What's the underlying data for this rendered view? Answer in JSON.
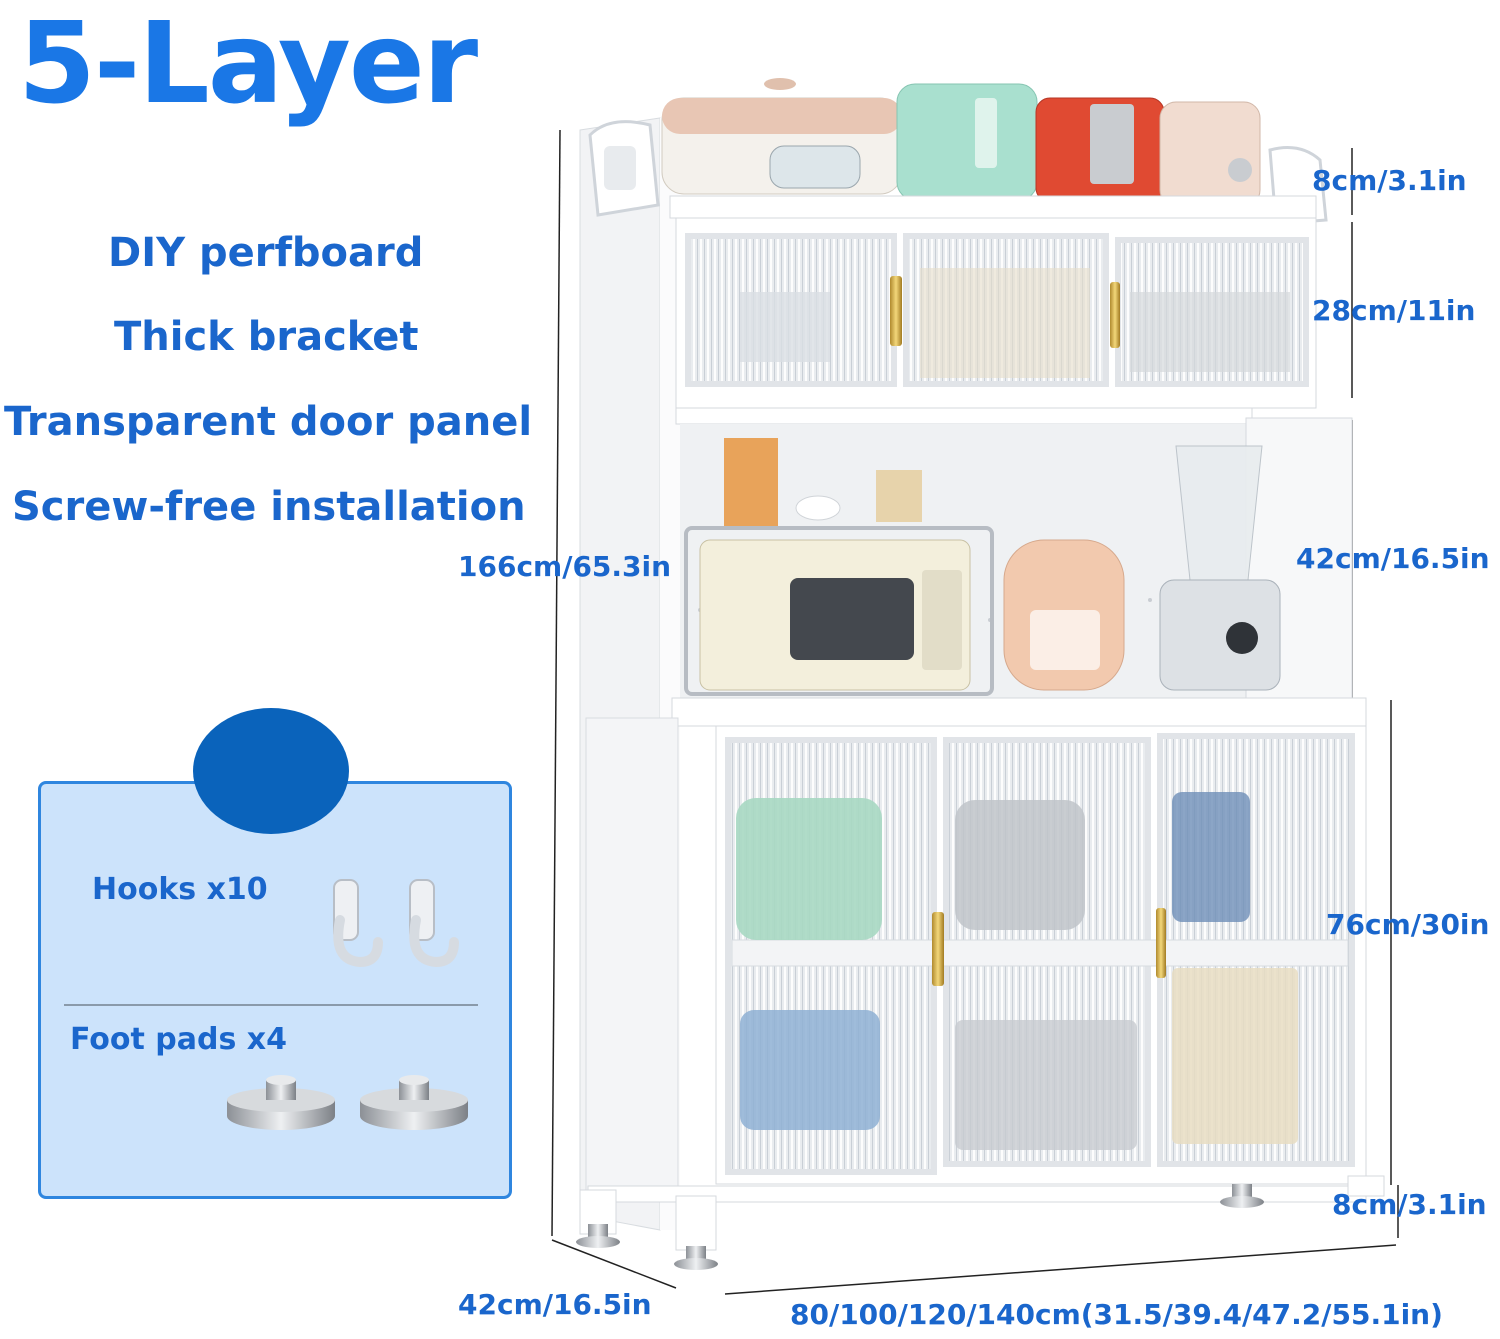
{
  "title": "5-Layer",
  "features": [
    "DIY perfboard",
    "Thick bracket",
    "Transparent door panel",
    "Screw-free installation"
  ],
  "dimensions": {
    "height_total": "166cm/65.3in",
    "top_gap": "8cm/3.1in",
    "upper_cabinet": "28cm/11in",
    "open_shelf": "42cm/16.5in",
    "lower_cabinet": "76cm/30in",
    "foot_height": "8cm/3.1in",
    "depth": "42cm/16.5in",
    "width": "80/100/120/140cm(31.5/39.4/47.2/55.1in)"
  },
  "accessories": {
    "hooks_label": "Hooks x10",
    "foot_pads_label": "Foot pads x4"
  },
  "colors": {
    "title_blue": "#1a77e6",
    "text_blue": "#1a66cc",
    "card_fill": "#cce3fb",
    "card_border": "#2f86df",
    "circle": "#0a63bb"
  }
}
